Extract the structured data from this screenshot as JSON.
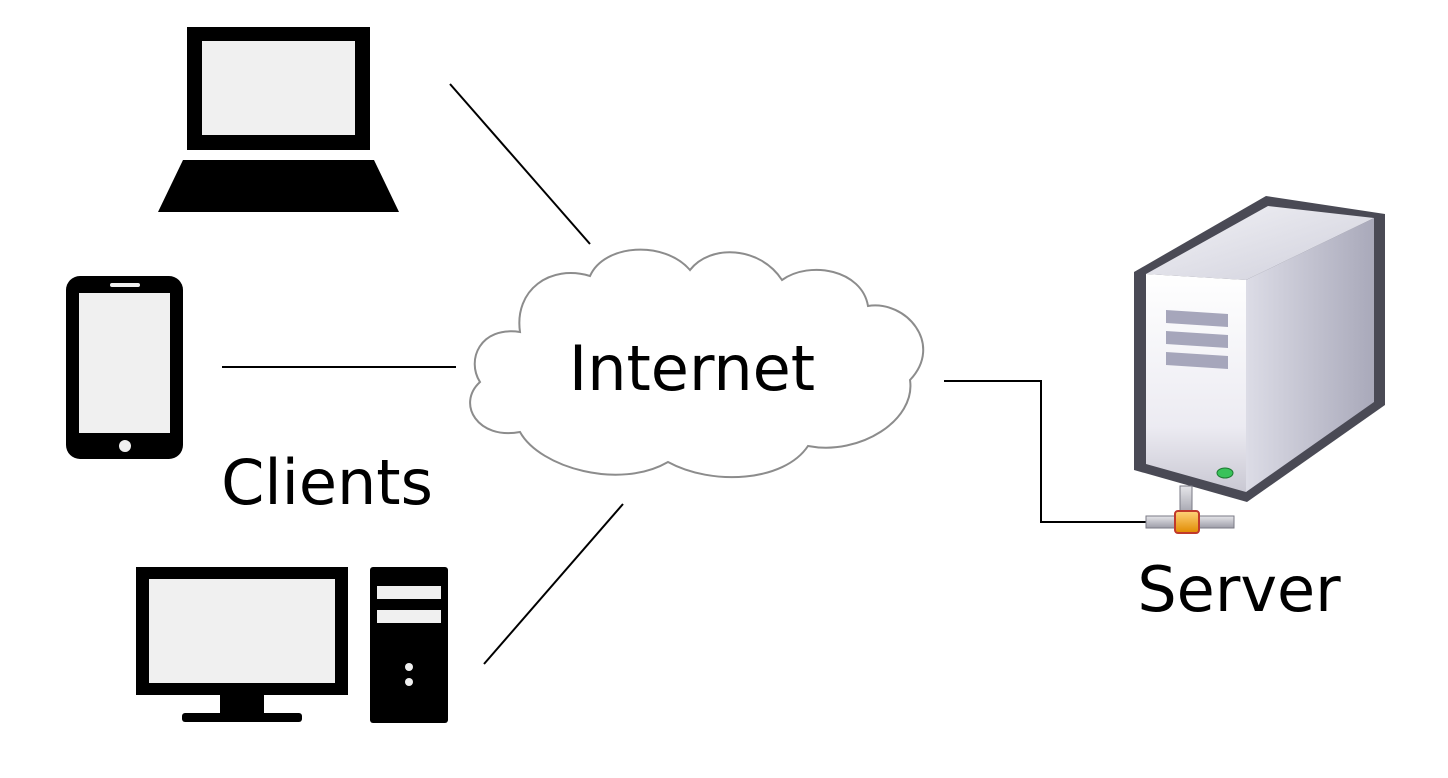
{
  "cloud_label": "Internet",
  "clients_label": "Clients",
  "server_label": "Server",
  "icons": {
    "laptop": "laptop-icon",
    "phone": "smartphone-icon",
    "desktop": "desktop-computer-icon",
    "server": "server-tower-icon",
    "cloud": "cloud-icon"
  },
  "colors": {
    "device_fill": "#000000",
    "screen_fill": "#f0f0f0",
    "line": "#000000",
    "cloud_stroke": "#8c8c8c",
    "server_connector": "#f5a623"
  }
}
